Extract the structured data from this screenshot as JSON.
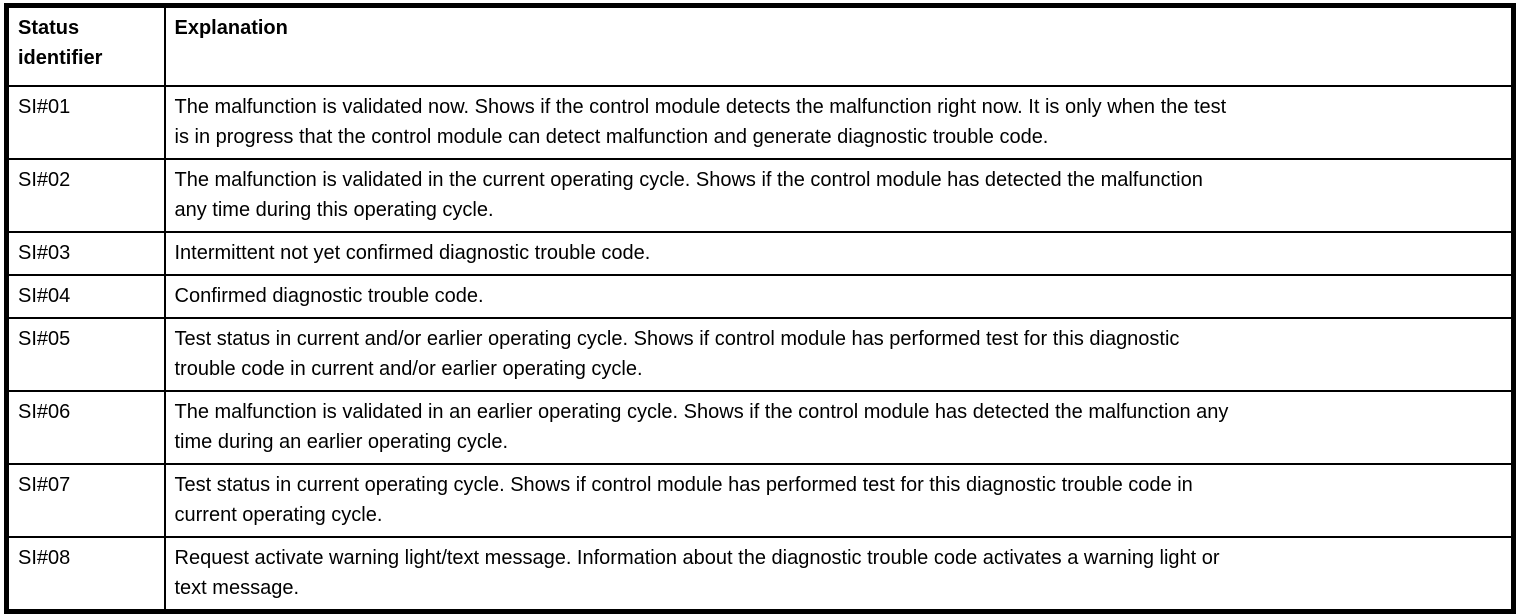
{
  "colors": {
    "border": "#000000",
    "text": "#000000",
    "background": "#ffffff"
  },
  "table": {
    "columns": [
      "Status identifier",
      "Explanation"
    ],
    "rows": [
      {
        "id": "SI#01",
        "explanation": "The malfunction is validated now. Shows if the control module detects the malfunction right now. It is only when the test\nis in progress that the control module can detect malfunction and generate diagnostic trouble code."
      },
      {
        "id": "SI#02",
        "explanation": "The malfunction is validated in the current operating cycle. Shows if the control module has detected the malfunction\nany time during this operating cycle."
      },
      {
        "id": "SI#03",
        "explanation": "Intermittent not yet confirmed diagnostic trouble code."
      },
      {
        "id": "SI#04",
        "explanation": "Confirmed diagnostic trouble code."
      },
      {
        "id": "SI#05",
        "explanation": "Test status in current and/or earlier operating cycle. Shows if control module has performed test for this diagnostic\ntrouble code in current and/or earlier operating cycle."
      },
      {
        "id": "SI#06",
        "explanation": "The malfunction is validated in an earlier operating cycle. Shows if the control module has detected the malfunction any\ntime during an earlier operating cycle."
      },
      {
        "id": "SI#07",
        "explanation": "Test status in current operating cycle. Shows if control module has performed test for this diagnostic trouble code in\ncurrent operating cycle."
      },
      {
        "id": "SI#08",
        "explanation": "Request activate warning light/text message. Information about the diagnostic trouble code activates a warning light or\ntext message."
      }
    ]
  }
}
